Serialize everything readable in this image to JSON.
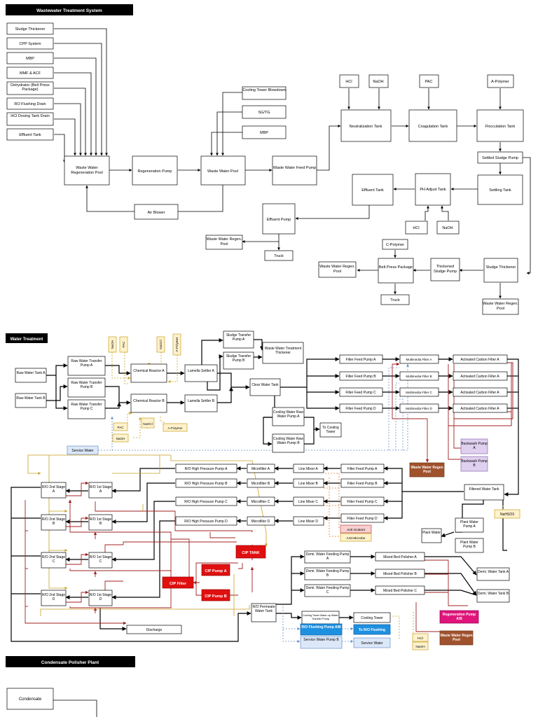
{
  "sections": {
    "wastewater": "Wastewater Treatment System",
    "water": "Water Treatment",
    "condensate": "Condensate Polisher Plant"
  },
  "colors": {
    "header_bg": "#000000",
    "header_fg": "#ffffff",
    "line": "#000000",
    "red_line": "#a02020",
    "gold_line": "#c8a020",
    "blue_line": "#6a8fc8",
    "orange_dash": "#e07a30",
    "cip_red": "#e01010",
    "brown": "#a0522d",
    "magenta": "#e0157a",
    "blue_btn": "#1e90e0",
    "lavender": "#e0d0ef",
    "light_blue": "#dce8f8",
    "pink": "#f8d0d0",
    "yellow": "#fff2cc"
  },
  "ww": {
    "left_sources": [
      "Sludge Thickener",
      "CPP System",
      "MBP",
      "MMF & ACF",
      "Dehydrator (Belt Press Package)",
      "RO Flushing Drain",
      "HCl Dosing Tank Drain",
      "Effluent Tank"
    ],
    "regen_pool": "Waste Water Regeneration Pool",
    "regen_pump": "Regeneration Pump",
    "ww_pool": "Waste Water Pool",
    "air_blower": "Air Blower",
    "cooling_blowdown": "Cooling Tower Blowdown",
    "sg_tg": "SG/TG",
    "mbp2": "MBP",
    "ww_feed_pump": "Waste Water Feed Pump",
    "hcl": "HCl",
    "naoh": "NaOH",
    "pac": "PAC",
    "a_polymer": "A-Polymer",
    "neutral_tank": "Neutralization Tank",
    "coag_tank": "Coagulation Tank",
    "floc_tank": "Flocculation Tank",
    "settled_pump": "Settled Sludge Pump",
    "settling_tank": "Settling Tank",
    "ph_tank": "PH Adjust Tank",
    "effluent_tank": "Effluent Tank",
    "effluent_pump": "Effluent Pump",
    "hcl2": "HCl",
    "naoh2": "NaOH",
    "regen_pool2": "Waste Water Regen. Pool",
    "truck": "Truck",
    "c_polymer": "C-Polymer",
    "belt_press": "Belt Press Package",
    "thick_pump": "Thickened Sludge Pump",
    "sludge_thick": "Sludge Thickener",
    "regen_pool3": "Waste Water Regen. Pool",
    "truck2": "Truck",
    "regen_pool4": "Waste Water Regen. Pool"
  },
  "wt": {
    "raw_tank_a": "Raw Water Tank A",
    "raw_tank_b": "Raw Water Tank B",
    "raw_pump_a": "Raw Water Transfer Pump A",
    "raw_pump_b": "Raw Water Transfer Pump B",
    "raw_pump_c": "Raw Water Transfer Pump C",
    "naoh_top": "NaOH",
    "pac_top": "PAC",
    "naocl_top": "NaOCl",
    "apoly_top": "A-Polymer",
    "reactor_a": "Chemical Reactor A",
    "reactor_b": "Chemical Reactor B",
    "lamella_a": "Lamella Settler A",
    "lamella_b": "Lamella Settler B",
    "pac_bot": "PAC",
    "naocl_bot": "NaOCl",
    "naoh_bot": "NaOH",
    "apoly_bot": "A-Polymer",
    "sludge_pump_a": "Sludge Transfer Pump A",
    "sludge_pump_b": "Sludge Transfer Pump B",
    "ww_thickener": "Waste Water Treatment Thickener",
    "clear_tank": "Clear Water Tank",
    "cw_pump_a": "Cooling Water Raw Water Pump A",
    "cw_pump_b": "Cooling Water Raw Water Pump B",
    "to_cooling": "To Cooling Tower",
    "service_water": "Service Water",
    "ffp": [
      "Filter Feed Pump A",
      "Filter Feed Pump B",
      "Filter Feed Pump C",
      "Filter Feed Pump D"
    ],
    "mmf": [
      "Multimedia Filter A",
      "Multimedia Filter B",
      "Multimedia Filter C",
      "Multimedia Filter D"
    ],
    "acf": [
      "Activated Carbon Filter A",
      "Activated Carbon Filter A",
      "Activated Carbon Filter A",
      "Activated Carbon Filter A"
    ],
    "backwash_a": "Backwash Pump A",
    "backwash_b": "Backwash Pump B",
    "ww_regen_pool": "Waste Water Regen Pool",
    "filtered_tank": "Filtered Water Tank",
    "nahso3": "NaHSO3",
    "plant_pump_a": "Plant Water Pump A",
    "plant_pump_b": "Plant Water Pump B",
    "plant_water": "Plant Water",
    "ffp2": [
      "Filter Feed Pump A",
      "Filter Feed Pump B",
      "Filter Feed Pump C",
      "Filter Feed Pump D"
    ],
    "line_mixer": [
      "Line Mixer A",
      "Line Mixer B",
      "Line Mixer C",
      "Line Mixer D"
    ],
    "microfilter": [
      "Microfilter A",
      "Microfilter B",
      "Microfilter C",
      "Microfilter D"
    ],
    "hp_pump": [
      "R/O High Pressure Pump A",
      "R/O High Pressure Pump B",
      "R/O High Pressure Pump C",
      "R/O High Pressure Pump D"
    ],
    "ro1": [
      "R/O 1st Stage A",
      "R/O 1st Stage B",
      "R/O 1st Stage C",
      "R/O 1st Stage D"
    ],
    "ro2": [
      "R/O 2nd Stage A",
      "R/O 2nd Stage B",
      "R/O 2nd Stage C",
      "R/O 2nd Stage D"
    ],
    "anti_scalant": "Anti-Scalant",
    "anti_microbe": "Anti-Microbe",
    "cip_tank": "CIP TANK",
    "cip_pump_a": "CIP Pump A",
    "cip_pump_b": "CIP Pump B",
    "cip_filter": "CIP Filter",
    "discharge": "Discharge",
    "permeate_tank": "R/O Permeate Water Tank",
    "demi_feed": [
      "Demi. Water Feeding Pump A",
      "Demi. Water Feeding Pump B",
      "Demi. Water Feeding Pump C"
    ],
    "mbp": [
      "Mixed Bed Polisher A",
      "Mixed Bed Polisher B",
      "Mixed Bed Polisher C"
    ],
    "demi_tank_a": "Demi. Water Tank A",
    "demi_tank_b": "Demi. Water Tank B",
    "regen_pump_ab": "Regeneration Pump A/B",
    "ww_regen_pool2": "Waste Water Regen Pool",
    "ct_makeup": "Cooling Tower Make-up Water Transfer Pump",
    "cooling_tower": "Cooling Tower",
    "ro_flush_pump": "R/O Flushing Pump A/B",
    "to_ro_flush": "To R/O Flushing",
    "service_pump": "Service Water Pump B",
    "service_water2": "Service Water",
    "hcl": "HCl",
    "naoh": "NaOH"
  },
  "cp": {
    "condensate": "Condensate"
  }
}
